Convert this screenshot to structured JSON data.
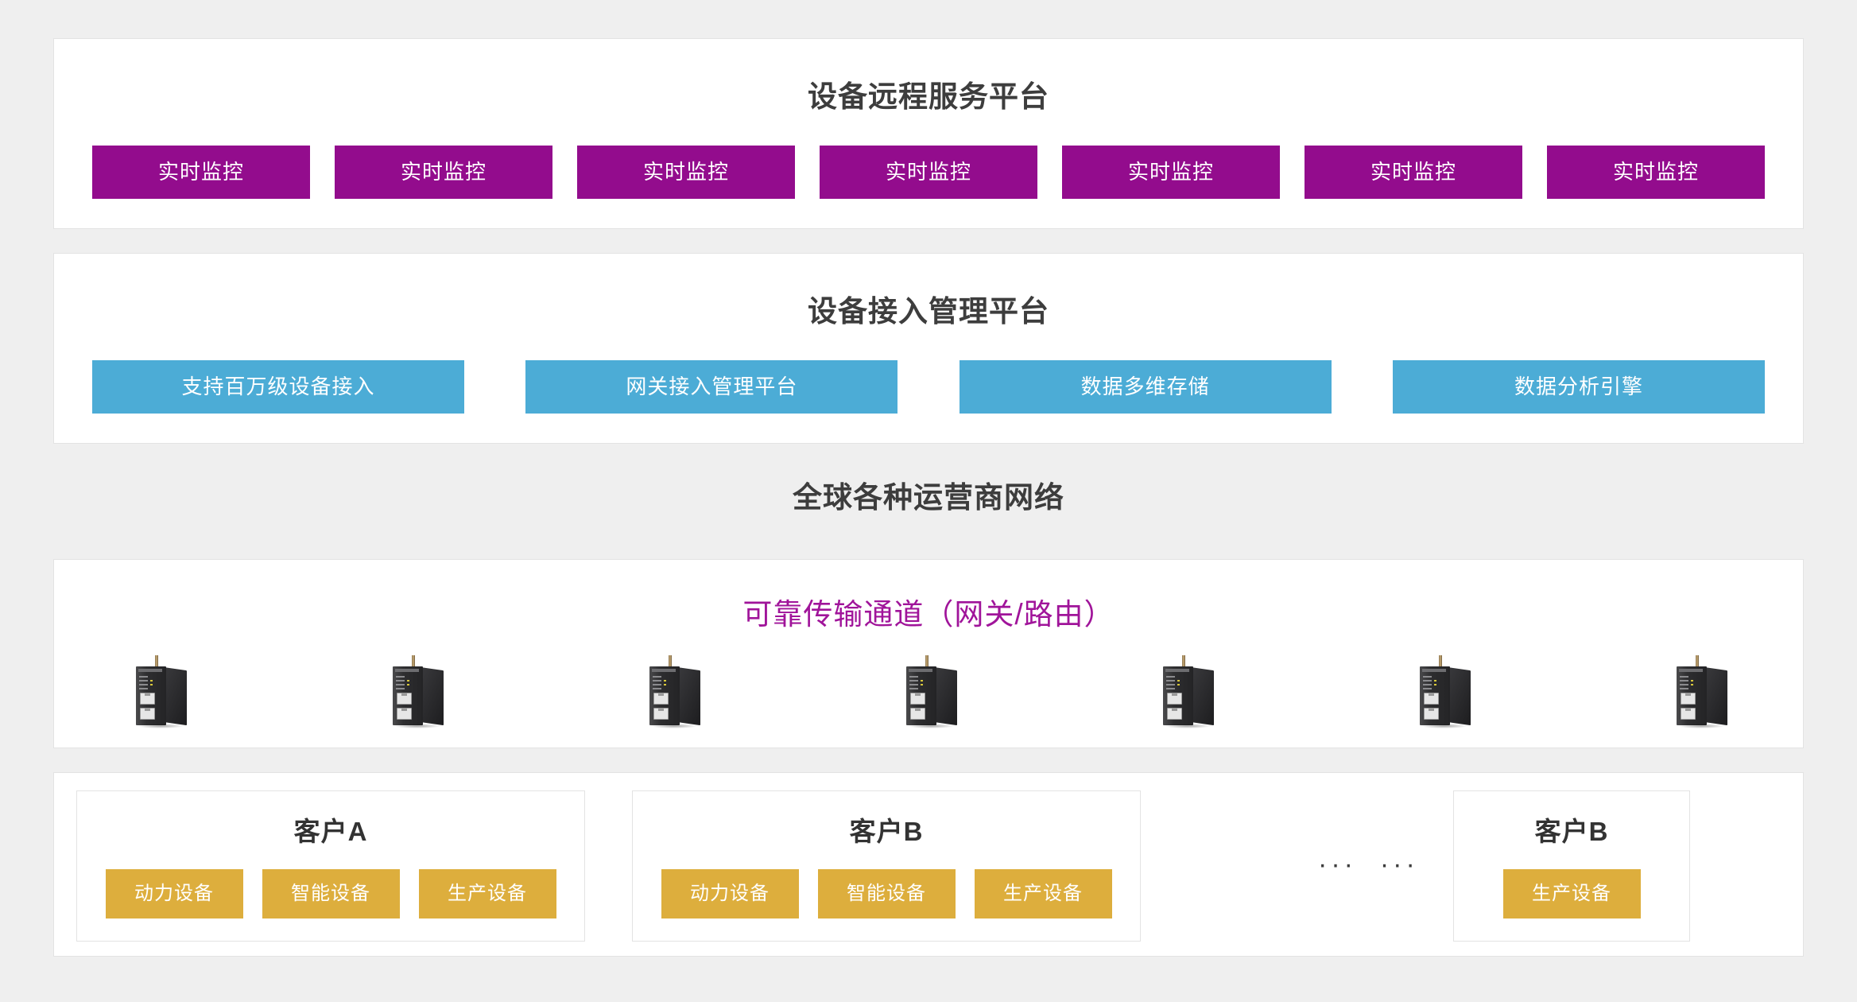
{
  "page": {
    "background_color": "#efefef",
    "colors": {
      "purple": "#930c8d",
      "blue": "#4cacd6",
      "gold": "#ddae3d",
      "magenta_text": "#a0149a",
      "heading_text": "#3d3d3d",
      "panel_background": "#ffffff",
      "panel_border": "#e3e3e3"
    }
  },
  "remote_platform": {
    "title": "设备远程服务平台",
    "chips": [
      "实时监控",
      "实时监控",
      "实时监控",
      "实时监控",
      "实时监控",
      "实时监控",
      "实时监控"
    ]
  },
  "access_platform": {
    "title": "设备接入管理平台",
    "chips": [
      "支持百万级设备接入",
      "网关接入管理平台",
      "数据多维存储",
      "数据分析引擎"
    ]
  },
  "operator_network": {
    "title": "全球各种运营商网络"
  },
  "transport": {
    "title": "可靠传输通道（网关/路由）",
    "devices": [
      "router-gateway-device",
      "router-gateway-device",
      "router-gateway-device",
      "router-gateway-device",
      "router-gateway-device",
      "router-gateway-device",
      "router-gateway-device"
    ]
  },
  "customers": {
    "ellipsis": "···  ···",
    "cards": [
      {
        "name": "客户A",
        "devices": [
          "动力设备",
          "智能设备",
          "生产设备"
        ]
      },
      {
        "name": "客户B",
        "devices": [
          "动力设备",
          "智能设备",
          "生产设备"
        ]
      },
      {
        "name": "客户B",
        "devices": [
          "生产设备"
        ]
      }
    ]
  }
}
